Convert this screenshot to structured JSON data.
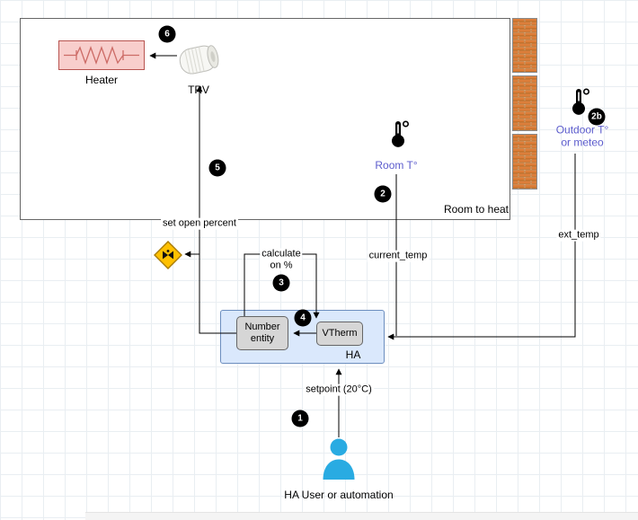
{
  "labels": {
    "heater": "Heater",
    "trv": "TRV",
    "room_to_heat": "Room to heat",
    "room_temp": "Room T°",
    "outdoor_temp": "Outdoor T°\nor meteo",
    "set_open_percent": "set open percent",
    "calculate_on_percent": "calculate\non %",
    "current_temp": "current_temp",
    "ext_temp": "ext_temp",
    "number_entity": "Number\nentity",
    "vtherm": "VTherm",
    "ha": "HA",
    "setpoint": "setpoint (20°C)",
    "user": "HA User or automation"
  },
  "badges": {
    "step1": "1",
    "step2": "2",
    "step2b": "2b",
    "step3": "3",
    "step4": "4",
    "step5": "5",
    "step6": "6"
  },
  "icons": {
    "room_sensor": "thermometer-icon",
    "outdoor_sensor": "thermometer-icon",
    "valve_sign": "valve-icon",
    "trv_head": "trv-valve-head",
    "wall": "brick-wall",
    "user": "person-icon",
    "heater": "resistor-icon"
  },
  "colors": {
    "sensor_label": "#5c5ccd",
    "ha_fill": "#dae8fc",
    "ha_border": "#6c8ebf",
    "entity_fill": "#d6d6d6",
    "entity_border": "#666666",
    "heater_fill": "#f8cecc",
    "heater_border": "#b85450",
    "badge_bg": "#000000",
    "badge_text": "#ffffff",
    "person": "#29abe2",
    "brick": "#dd7e3a",
    "diamond": "#ffc000",
    "diamond_border": "#a87b00",
    "line": "#000000",
    "room_border": "#666666",
    "grid": "#e9eef2"
  }
}
